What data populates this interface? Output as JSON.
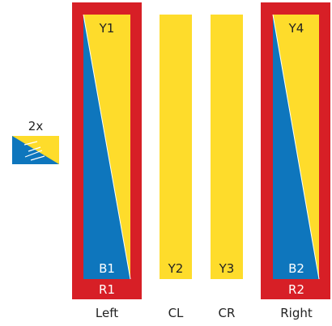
{
  "colors": {
    "red": "#d71f26",
    "yellow": "#fedc2b",
    "blue": "#0e76bd",
    "text_dark": "#222222",
    "text_light": "#ffffff"
  },
  "legend": {
    "multiplier": "2x",
    "icon": "blue-yellow-diagonal-flag-icon"
  },
  "panels": {
    "left": {
      "top_label": "Y1",
      "blue_label": "B1",
      "red_label": "R1",
      "caption": "Left"
    },
    "center_left": {
      "label": "Y2",
      "caption": "CL"
    },
    "center_right": {
      "label": "Y3",
      "caption": "CR"
    },
    "right": {
      "top_label": "Y4",
      "blue_label": "B2",
      "red_label": "R2",
      "caption": "Right"
    }
  }
}
